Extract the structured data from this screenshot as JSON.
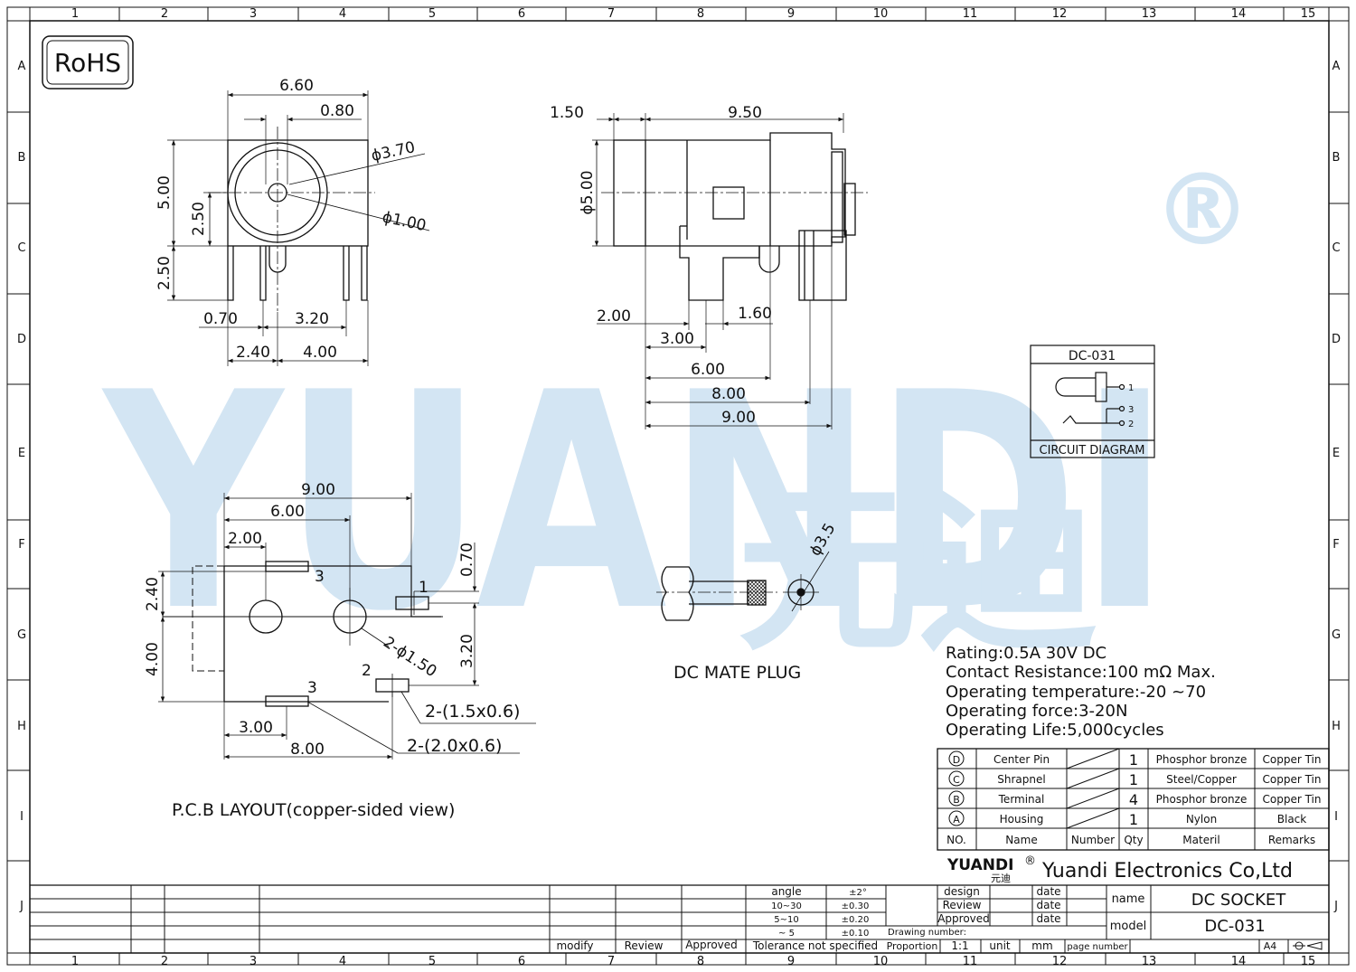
{
  "grid": {
    "columns": [
      "1",
      "2",
      "3",
      "4",
      "5",
      "6",
      "7",
      "8",
      "9",
      "10",
      "11",
      "12",
      "13",
      "14",
      "15"
    ],
    "rows": [
      "A",
      "B",
      "C",
      "D",
      "E",
      "F",
      "G",
      "H",
      "I",
      "J"
    ]
  },
  "rohs": "RoHS",
  "watermark": {
    "brand": "YUANDI",
    "registered": "®",
    "chinese": "元迪",
    "color": "#cfe3f3",
    "accent": "#d7eecf"
  },
  "front_view": {
    "dims": {
      "width": "6.60",
      "pin_offset": "0.80",
      "hole_dia": "ϕ3.70",
      "pin_dia": "ϕ1.00",
      "height": "5.00",
      "center_h": "2.50",
      "pin_len": "2.50",
      "pin_a": "0.70",
      "pin_b": "3.20",
      "foot_a": "2.40",
      "foot_b": "4.00"
    }
  },
  "side_view": {
    "dims": {
      "front": "1.50",
      "body": "9.50",
      "dia": "ϕ5.00",
      "d2": "2.00",
      "d16": "1.60",
      "d3": "3.00",
      "d6": "6.00",
      "d8": "8.00",
      "d9": "9.00"
    }
  },
  "circuit": {
    "title": "DC-031",
    "caption": "CIRCUIT  DIAGRAM",
    "pins": [
      "1",
      "3",
      "2"
    ]
  },
  "pcb": {
    "dims": {
      "w9": "9.00",
      "w6": "6.00",
      "w2": "2.00",
      "h070": "0.70",
      "h240": "2.40",
      "h400": "4.00",
      "h320": "3.20",
      "b300": "3.00",
      "b800": "8.00"
    },
    "pin_labels": [
      "1",
      "3",
      "3",
      "2"
    ],
    "hole_note": "2-ϕ1.50",
    "slot_a": "2-(1.5x0.6)",
    "slot_b": "2-(2.0x0.6)",
    "caption": "P.C.B  LAYOUT(copper-sided  view)"
  },
  "plug": {
    "dia": "ϕ3.5",
    "caption": "DC  MATE  PLUG"
  },
  "specs": [
    "Rating:0.5A  30V  DC",
    "Contact  Resistance:100  mΩ  Max.",
    "Operating  temperature:-20  ~70",
    "Operating  force:3-20N",
    "Operating  Life:5,000cycles"
  ],
  "bom": {
    "rows": [
      {
        "no": "D",
        "name": "Center Pin",
        "qty": "1",
        "material": "Phosphor bronze",
        "remarks": "Copper Tin"
      },
      {
        "no": "C",
        "name": "Shrapnel",
        "qty": "1",
        "material": "Steel/Copper",
        "remarks": "Copper Tin"
      },
      {
        "no": "B",
        "name": "Terminal",
        "qty": "4",
        "material": "Phosphor bronze",
        "remarks": "Copper Tin"
      },
      {
        "no": "A",
        "name": "Housing",
        "qty": "1",
        "material": "Nylon",
        "remarks": "Black"
      }
    ],
    "header": {
      "no": "NO.",
      "name": "Name",
      "number": "Number",
      "qty": "Qty",
      "material": "Materil",
      "remarks": "Remarks"
    }
  },
  "company": {
    "logo": "YUANDI",
    "logo_mark": "®",
    "logo_cn": "元迪",
    "name": "Yuandi Electronics Co,Ltd"
  },
  "title_block": {
    "design": "design",
    "review": "Review",
    "approved": "Approved",
    "date": "date",
    "drawing_number": "Drawing number:",
    "proportion": "Proportion",
    "scale": "1:1",
    "unit": "unit",
    "unit_val": "mm",
    "page_number": "page number",
    "name_label": "name",
    "name_val": "DC  SOCKET",
    "model_label": "model",
    "model_val": "DC-031",
    "sheet_size": "A4"
  },
  "revision": {
    "modify": "modify",
    "review": "Review",
    "approved": "Approved"
  },
  "tolerance": {
    "header": "angle",
    "header_val": "±2°",
    "rows": [
      {
        "range": "10~30",
        "val": "±0.30"
      },
      {
        "range": "5~10",
        "val": "±0.20"
      },
      {
        "range": "~ 5",
        "val": "±0.10"
      }
    ],
    "footer": "Tolerance  not  specified"
  }
}
